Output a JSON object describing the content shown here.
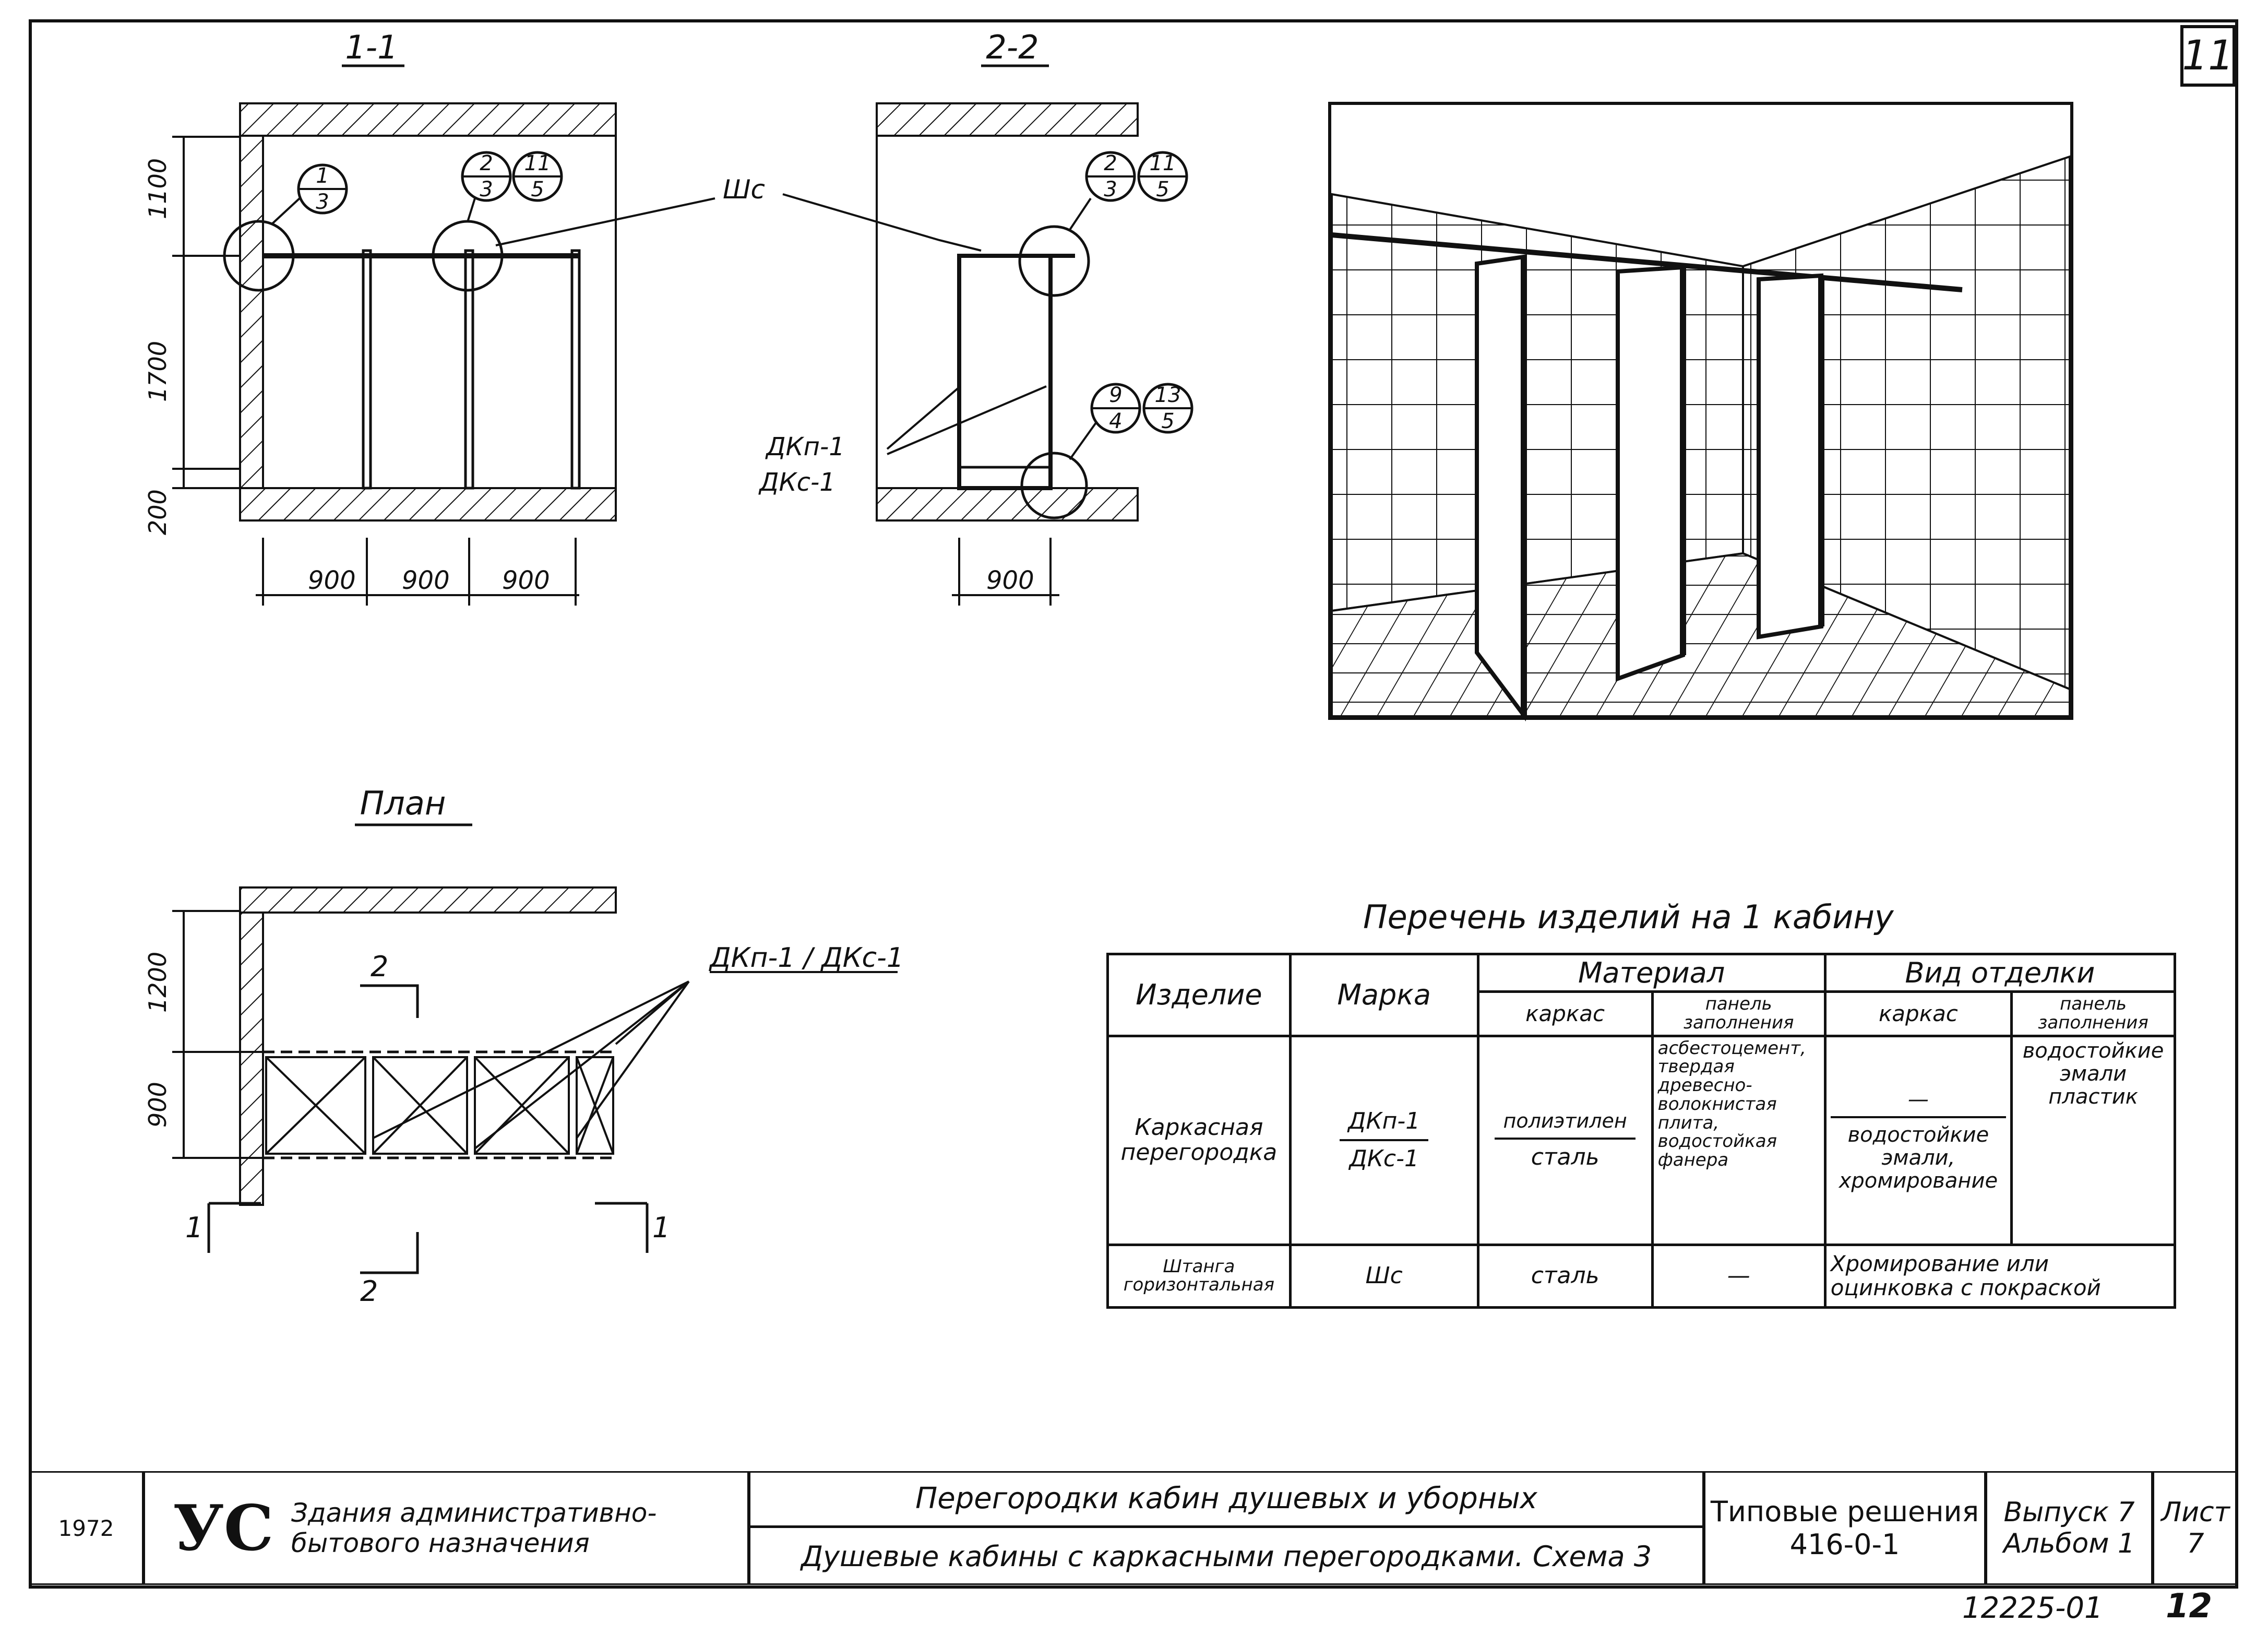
{
  "sheet_number": "11",
  "sections": {
    "section_1_title": "1-1",
    "section_2_title": "2-2",
    "plan_title": "План"
  },
  "dimensions": {
    "v_1100": "1100",
    "v_1700": "1700",
    "v_200": "200",
    "plan_v_1200": "1200",
    "plan_v_900": "900",
    "h_900": "900"
  },
  "callouts": {
    "c1_top": "1",
    "c1_bot": "3",
    "c2_top": "2",
    "c2_bot": "3",
    "c11_top": "11",
    "c11_bot": "5",
    "c9_top": "9",
    "c9_bot": "4",
    "c13_top": "13",
    "c13_bot": "5"
  },
  "labels": {
    "wc": "Шс",
    "dkp": "ДКп-1",
    "dkc": "ДКс-1",
    "plan_marks": "ДКп-1 / ДКс-1",
    "cut_2": "2",
    "cut_1": "1"
  },
  "table": {
    "caption": "Перечень изделий на 1 кабину",
    "headers": {
      "item": "Изделие",
      "mark": "Марка",
      "material": "Материал",
      "finish": "Вид отделки",
      "frame": "каркас",
      "panel": "панель заполнения"
    },
    "rows": [
      {
        "item": "Каркасная перегородка",
        "mark_top": "ДКп-1",
        "mark_bottom": "ДКс-1",
        "frame_material_top": "полиэтилен",
        "frame_material_bottom": "сталь",
        "panel_material": "асбестоцемент, твердая древесно-волокнистая плита, водостойкая фанера",
        "frame_finish_top": "—",
        "frame_finish": "водостойкие эмали, хромирование",
        "panel_finish": "водостойкие эмали пластик"
      },
      {
        "item": "Штанга горизонтальная",
        "mark": "Шс",
        "frame_material": "сталь",
        "panel_material": "—",
        "finish": "Хромирование или оцинковка с покраской"
      }
    ]
  },
  "title_block": {
    "year": "1972",
    "logo": "УС",
    "subject": "Здания административно-бытового назначения",
    "title_line1": "Перегородки кабин душевых и уборных",
    "title_line2": "Душевые кабины с каркасными перегородками. Схема 3",
    "series_name": "Типовые решения",
    "series_code": "416-0-1",
    "issue": "Выпуск 7",
    "album": "Альбом 1",
    "sheet_label": "Лист",
    "sheet_value": "7"
  },
  "footer": {
    "code": "12225-01",
    "page": "12"
  }
}
